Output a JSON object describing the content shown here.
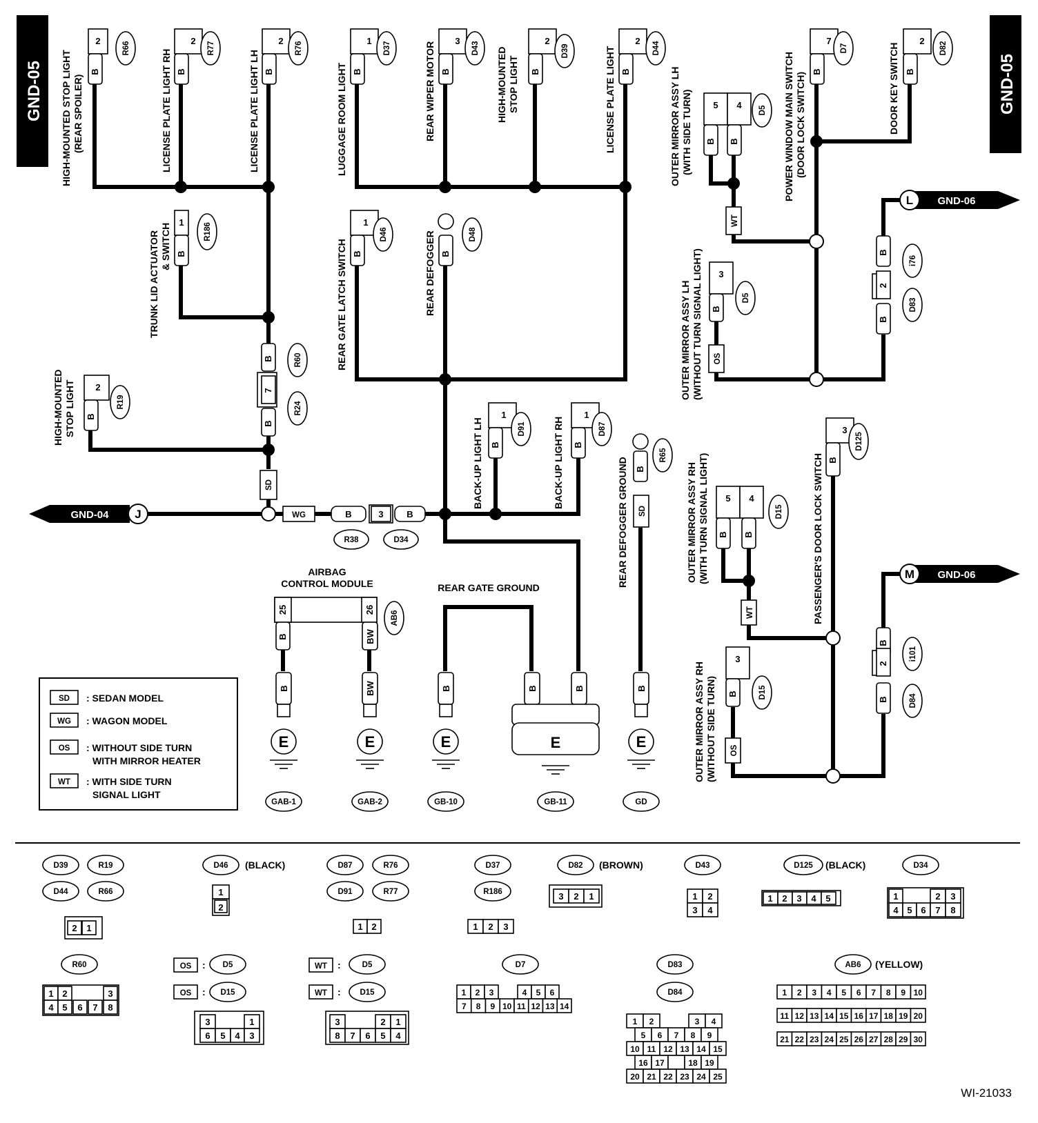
{
  "page": {
    "id_left": "GND-05",
    "id_right": "GND-05",
    "figure_id": "WI-21033"
  },
  "offpage": {
    "j": {
      "label": "GND-04",
      "letter": "J"
    },
    "l": {
      "label": "GND-06",
      "letter": "L"
    },
    "m": {
      "label": "GND-06",
      "letter": "M"
    }
  },
  "components": {
    "hm_stop_spoiler": [
      "HIGH-MOUNTED STOP LIGHT",
      "(REAR SPOILER)"
    ],
    "lic_rh": "LICENSE PLATE LIGHT RH",
    "lic_lh_top": "LICENSE PLATE LIGHT LH",
    "trunk": [
      "TRUNK LID ACTUATOR",
      "& SWITCH"
    ],
    "hm_stop": [
      "HIGH-MOUNTED",
      "STOP LIGHT"
    ],
    "luggage": "LUGGAGE ROOM LIGHT",
    "wiper": "REAR WIPER MOTOR",
    "hm_stop2": [
      "HIGH-MOUNTED",
      "STOP LIGHT"
    ],
    "lic_right": "LICENSE PLATE LIGHT",
    "gate_latch": "REAR GATE LATCH SWITCH",
    "defogger": "REAR DEFOGGER",
    "backup_lh": "BACK-UP LIGHT LH",
    "backup_rh": "BACK-UP LIGHT RH",
    "defog_gnd": "REAR DEFOGGER GROUND",
    "mirror_lh_st": [
      "OUTER MIRROR ASSY LH",
      "(WITH SIDE TURN)"
    ],
    "pw_switch": [
      "POWER WINDOW MAIN SWITCH",
      "(DOOR LOCK SWITCH)"
    ],
    "door_key": "DOOR KEY SWITCH",
    "mirror_lh_nt": [
      "OUTER MIRROR ASSY LH",
      "(WITHOUT TURN SIGNAL LIGHT)"
    ],
    "mirror_rh_t": [
      "OUTER MIRROR ASSY RH",
      "(WITH TURN SIGNAL LIGHT)"
    ],
    "pass_lock": "PASSENGER'S DOOR LOCK SWITCH",
    "mirror_rh_ns": [
      "OUTER MIRROR ASSY RH",
      "(WITHOUT SIDE TURN)"
    ],
    "airbag": [
      "AIRBAG",
      "CONTROL MODULE"
    ],
    "gate_ground": "REAR GATE GROUND"
  },
  "connectors": [
    "R66",
    "R77",
    "R76",
    "R186",
    "R60",
    "R24",
    "R19",
    "D37",
    "D43",
    "D39",
    "D44",
    "D46",
    "D48",
    "D91",
    "D87",
    "R65",
    "D5",
    "D7",
    "D82",
    "i76",
    "D83",
    "D15",
    "D125",
    "i101",
    "D84",
    "R38",
    "D34",
    "AB6"
  ],
  "pins": [
    "2",
    "B",
    "1",
    "3",
    "7",
    "5",
    "4",
    "25",
    "26",
    "BW",
    "SD",
    "WG",
    "WT",
    "OS"
  ],
  "grounds": {
    "e": "E",
    "gab1": "GAB-1",
    "gab2": "GAB-2",
    "gb10": "GB-10",
    "gb11": "GB-11",
    "gd": "GD"
  },
  "legend": [
    {
      "code": "SD",
      "text": [
        ": SEDAN MODEL"
      ]
    },
    {
      "code": "WG",
      "text": [
        ": WAGON MODEL"
      ]
    },
    {
      "code": "OS",
      "text": [
        ": WITHOUT SIDE TURN",
        "WITH MIRROR HEATER"
      ]
    },
    {
      "code": "WT",
      "text": [
        ": WITH SIDE TURN",
        "SIGNAL LIGHT"
      ]
    }
  ],
  "connector_views": {
    "colors": {
      "black": "(BLACK)",
      "brown": "(BROWN)",
      "yellow": "(YELLOW)"
    },
    "pins_2": [
      "2",
      "1"
    ],
    "pins_12": [
      "1",
      "2"
    ],
    "pins_3": [
      "1",
      "2",
      "3"
    ],
    "pins_321": [
      "3",
      "2",
      "1"
    ],
    "pins_4": [
      "1",
      "2",
      "3",
      "4"
    ],
    "pins_5": [
      "1",
      "2",
      "3",
      "4",
      "5"
    ],
    "pins_8": [
      "1",
      "2",
      "3",
      "4",
      "5",
      "6",
      "7",
      "8"
    ],
    "pins_8r": [
      "3",
      "2",
      "1",
      "8",
      "7",
      "6",
      "5",
      "4"
    ],
    "pins_d7": [
      "1",
      "2",
      "3",
      "4",
      "5",
      "6",
      "7",
      "8",
      "9",
      "10",
      "11",
      "12",
      "13",
      "14"
    ],
    "pins_25": [
      "1",
      "2",
      "3",
      "4",
      "5",
      "6",
      "7",
      "8",
      "9",
      "10",
      "11",
      "12",
      "13",
      "14",
      "15",
      "16",
      "17",
      "18",
      "19",
      "20",
      "21",
      "22",
      "23",
      "24",
      "25"
    ],
    "pins_30": [
      "1",
      "2",
      "3",
      "4",
      "5",
      "6",
      "7",
      "8",
      "9",
      "10",
      "11",
      "12",
      "13",
      "14",
      "15",
      "16",
      "17",
      "18",
      "19",
      "20",
      "21",
      "22",
      "23",
      "24",
      "25",
      "26",
      "27",
      "28",
      "29",
      "30"
    ],
    "colon": ":"
  }
}
